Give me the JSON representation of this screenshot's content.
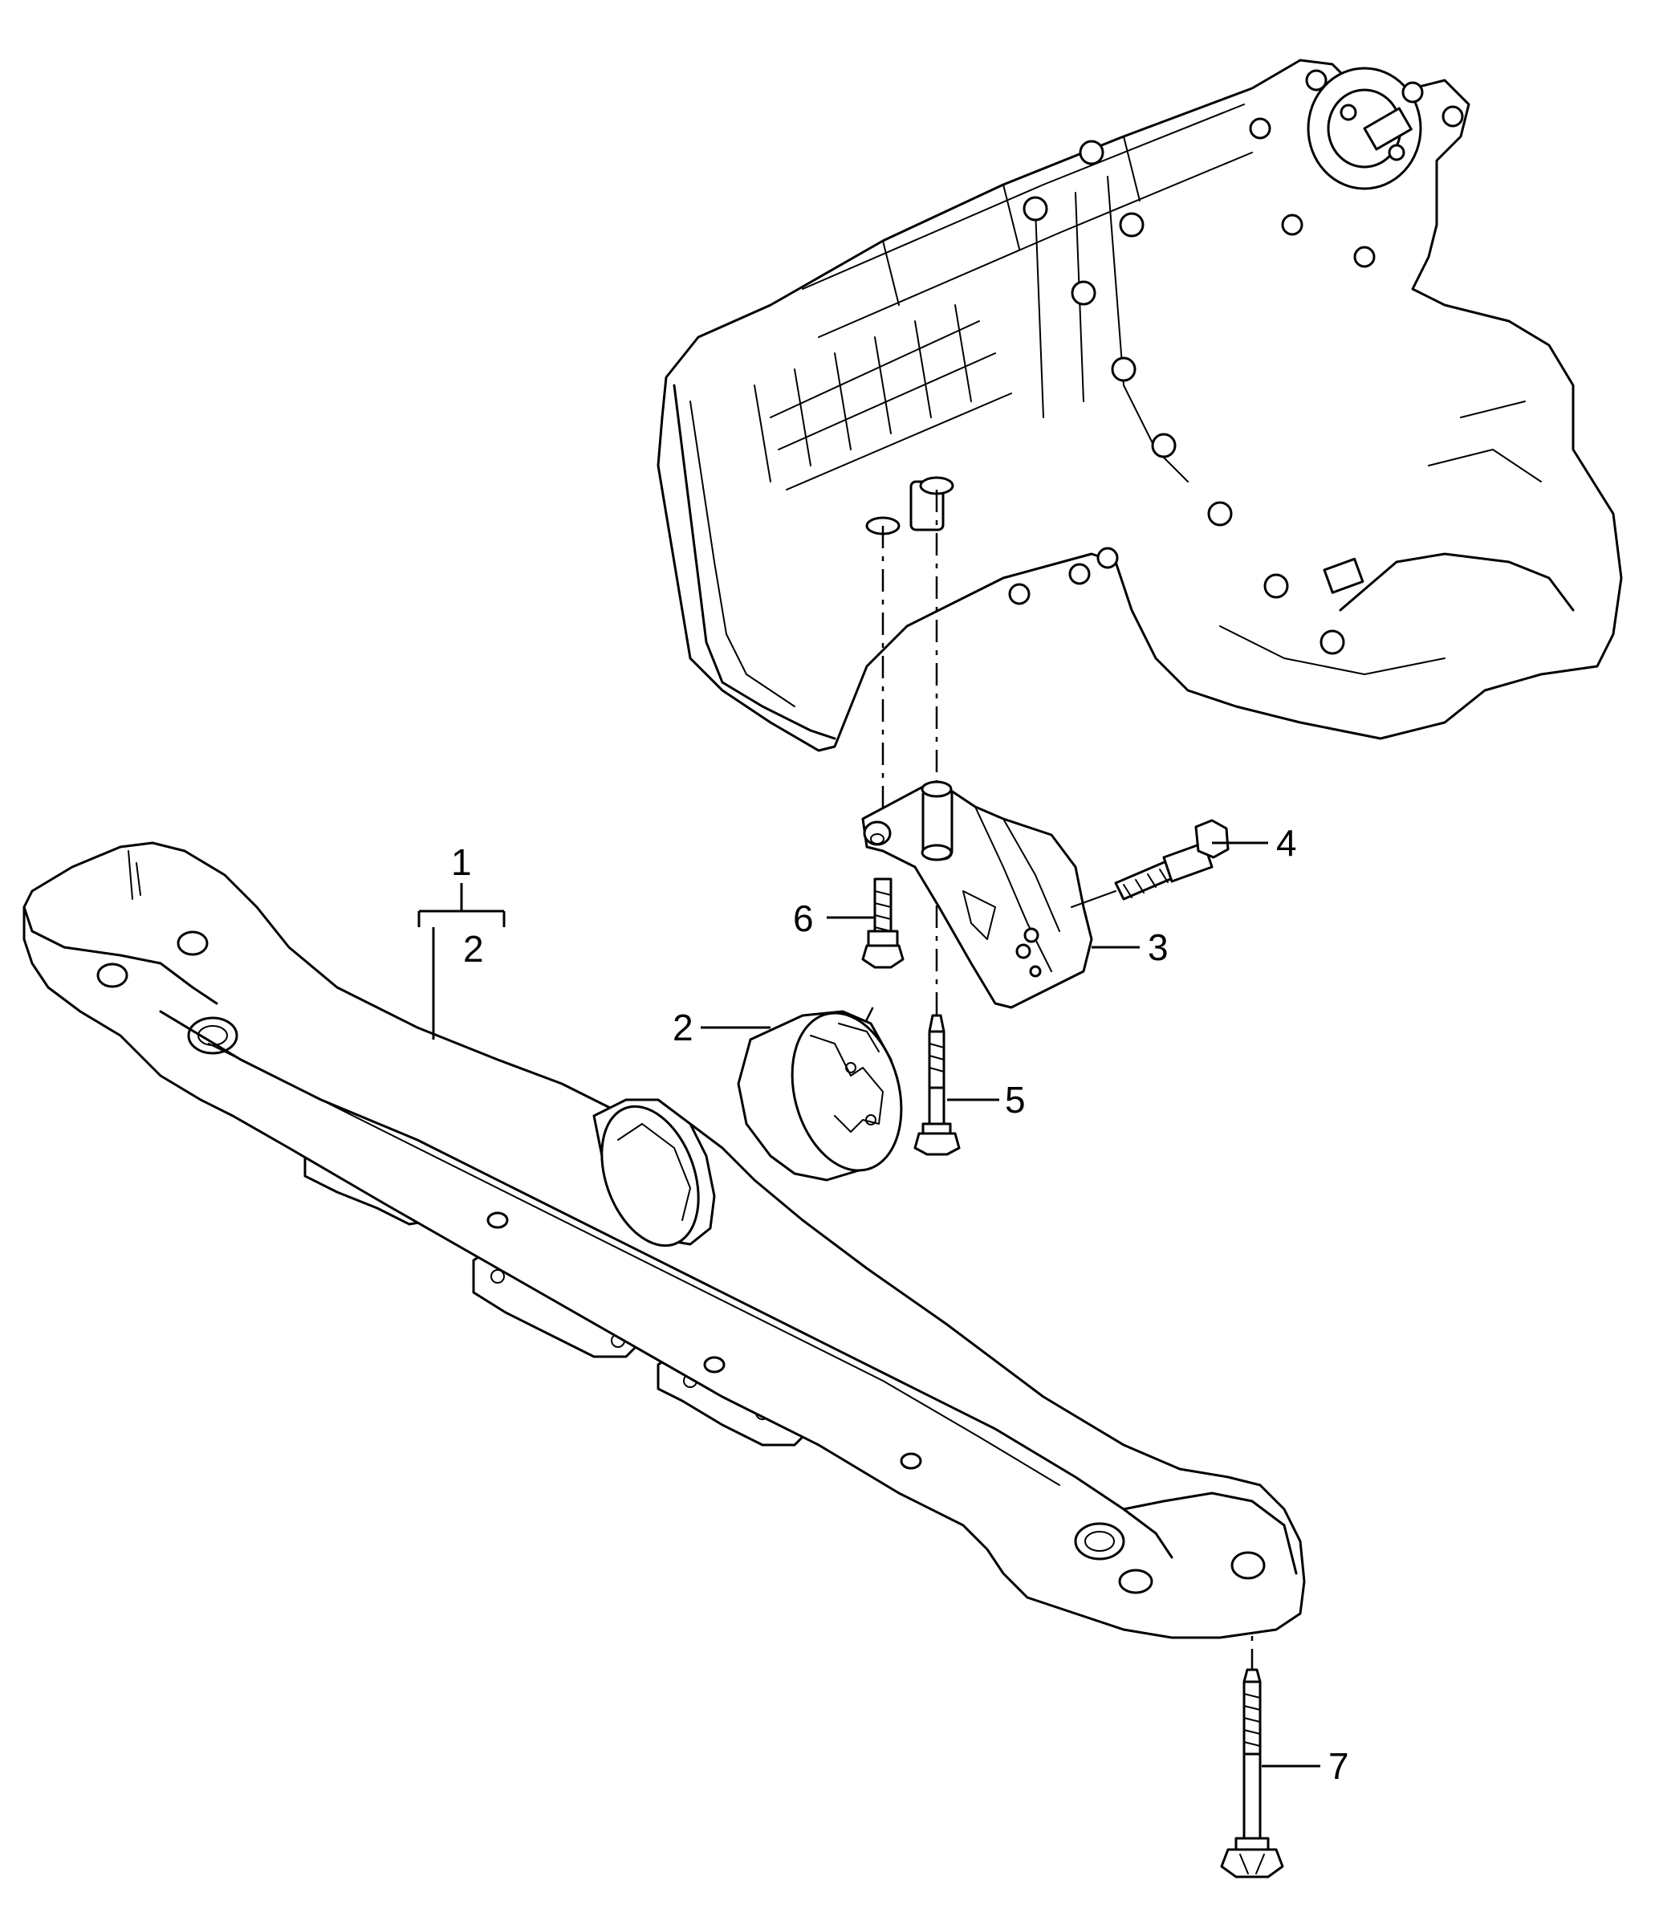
{
  "callouts": [
    {
      "id": "1",
      "label": "1"
    },
    {
      "id": "1-sub",
      "label": "2"
    },
    {
      "id": "2",
      "label": "2"
    },
    {
      "id": "3",
      "label": "3"
    },
    {
      "id": "4",
      "label": "4"
    },
    {
      "id": "5",
      "label": "5"
    },
    {
      "id": "6",
      "label": "6"
    },
    {
      "id": "7",
      "label": "7"
    }
  ]
}
